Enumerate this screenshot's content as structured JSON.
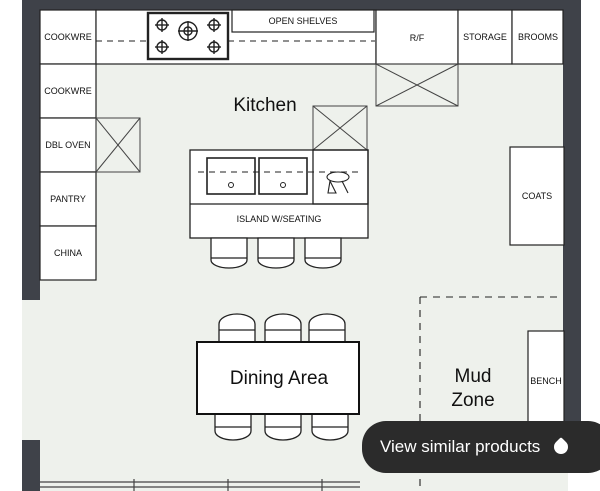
{
  "room_labels": {
    "kitchen": "Kitchen",
    "dining": "Dining Area",
    "mud_line1": "Mud",
    "mud_line2": "Zone"
  },
  "cabinet_labels": {
    "cookwre_top": "COOKWRE",
    "open_shelves": "OPEN SHELVES",
    "rf": "R/F",
    "storage": "STORAGE",
    "brooms": "BROOMS",
    "cookwre_left": "COOKWRE",
    "dbl_oven": "DBL OVEN",
    "pantry": "PANTRY",
    "china": "CHINA",
    "island": "ISLAND W/SEATING",
    "coats": "COATS",
    "bench": "BENCH"
  },
  "overlay": {
    "view_similar": "View similar products",
    "icon": "tag-icon"
  },
  "colors": {
    "wall": "#3f4249",
    "floor": "#eef1ec",
    "cabinet": "#ffffff",
    "line": "#222222",
    "pill": "#2b2b2b"
  }
}
